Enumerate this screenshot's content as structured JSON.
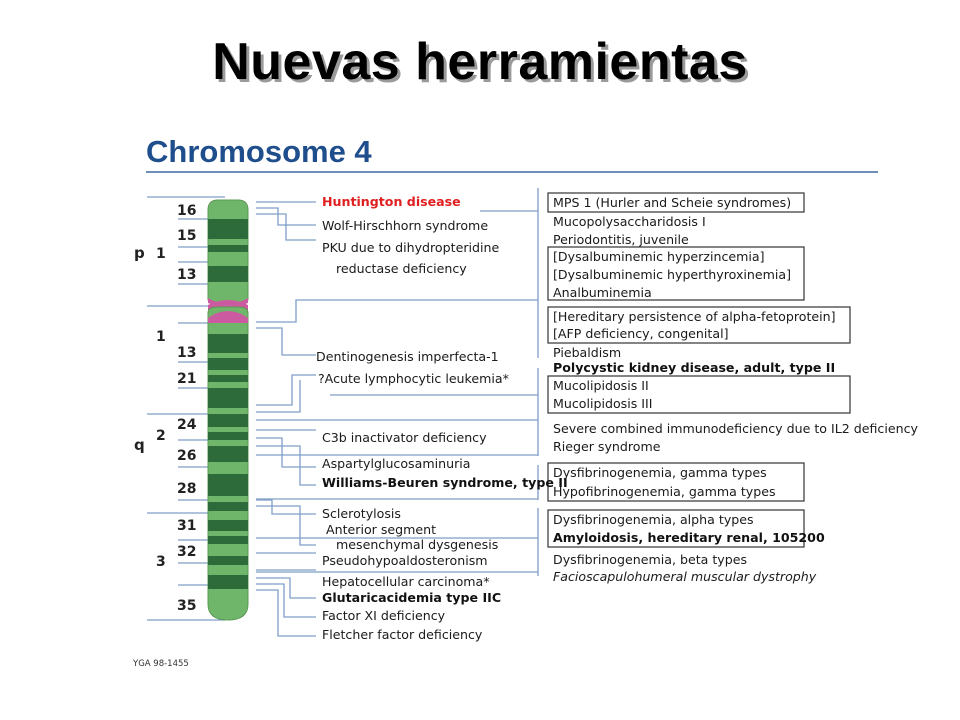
{
  "slide": {
    "title": "Nuevas herramientas"
  },
  "diagram": {
    "heading": "Chromosome 4",
    "arms": [
      "p",
      "q"
    ],
    "region_numbers": [
      "1",
      "1",
      "2",
      "3"
    ],
    "bands": [
      "16",
      "15",
      "13",
      "13",
      "21",
      "24",
      "26",
      "28",
      "31",
      "32",
      "35"
    ],
    "left_labels": [
      {
        "text": "Huntington disease",
        "style": "red"
      },
      {
        "text": "Wolf-Hirschhorn syndrome",
        "style": "normal"
      },
      {
        "text": "PKU due to dihydropteridine",
        "style": "normal"
      },
      {
        "text": "reductase deficiency",
        "style": "normal"
      },
      {
        "text": "Dentinogenesis imperfecta-1",
        "style": "normal"
      },
      {
        "text": "?Acute lymphocytic leukemia*",
        "style": "normal"
      },
      {
        "text": "C3b inactivator deficiency",
        "style": "normal"
      },
      {
        "text": "Aspartylglucosaminuria",
        "style": "normal"
      },
      {
        "text": "Williams-Beuren syndrome, type II",
        "style": "bold"
      },
      {
        "text": "Sclerotylosis",
        "style": "normal"
      },
      {
        "text": "Anterior segment",
        "style": "normal"
      },
      {
        "text": "mesenchymal dysgenesis",
        "style": "normal"
      },
      {
        "text": "Pseudohypoaldosteronism",
        "style": "normal"
      },
      {
        "text": "Hepatocellular carcinoma*",
        "style": "normal"
      },
      {
        "text": "Glutaricacidemia type IIC",
        "style": "bold"
      },
      {
        "text": "Factor XI deficiency",
        "style": "normal"
      },
      {
        "text": "Fletcher factor deficiency",
        "style": "normal"
      }
    ],
    "right_labels": [
      {
        "text": "MPS 1 (Hurler and Scheie syndromes)",
        "style": "normal"
      },
      {
        "text": "Mucopolysaccharidosis I",
        "style": "normal"
      },
      {
        "text": "Periodontitis, juvenile",
        "style": "normal"
      },
      {
        "text": "[Dysalbuminemic hyperzincemia]",
        "style": "normal"
      },
      {
        "text": "[Dysalbuminemic hyperthyroxinemia]",
        "style": "normal"
      },
      {
        "text": "Analbuminemia",
        "style": "normal"
      },
      {
        "text": "[Hereditary persistence of alpha-fetoprotein]",
        "style": "normal"
      },
      {
        "text": "[AFP deficiency, congenital]",
        "style": "normal"
      },
      {
        "text": "Piebaldism",
        "style": "normal"
      },
      {
        "text": "Polycystic kidney disease, adult, type II",
        "style": "bold"
      },
      {
        "text": "Mucolipidosis II",
        "style": "normal"
      },
      {
        "text": "Mucolipidosis III",
        "style": "normal"
      },
      {
        "text": "Severe combined immunodeficiency due to IL2 deficiency",
        "style": "normal"
      },
      {
        "text": "Rieger syndrome",
        "style": "normal"
      },
      {
        "text": "Dysfibrinogenemia, gamma types",
        "style": "normal"
      },
      {
        "text": "Hypofibrinogenemia, gamma types",
        "style": "normal"
      },
      {
        "text": "Dysfibrinogenemia, alpha types",
        "style": "normal"
      },
      {
        "text": "Amyloidosis, hereditary renal, 105200",
        "style": "bold"
      },
      {
        "text": "Dysfibrinogenemia, beta types",
        "style": "normal"
      },
      {
        "text": "Facioscapulohumeral muscular dystrophy",
        "style": "italic"
      }
    ],
    "footnote": "YGA 98-1455",
    "colors": {
      "green_light": "#6fb56a",
      "green_dark": "#2e6b3a",
      "centromere": "#cc5aa0",
      "heading": "#1f4e8c",
      "connector": "#7f9fc8",
      "highlight": "#e02020"
    }
  }
}
